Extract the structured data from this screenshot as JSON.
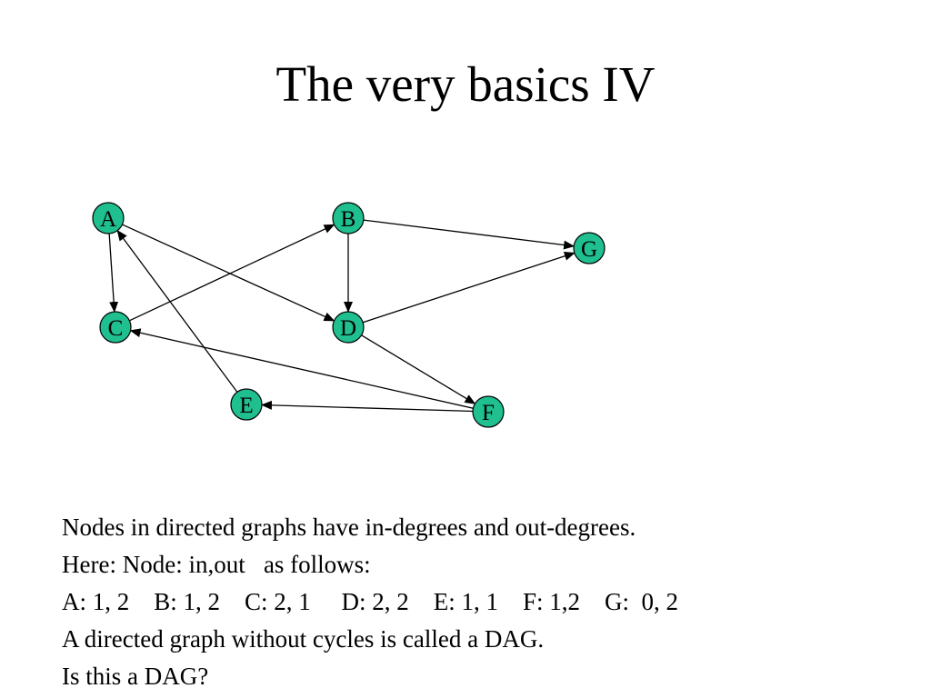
{
  "slide": {
    "title": "The very basics IV",
    "lines": [
      "Nodes in directed graphs have in-degrees and out-degrees.",
      "Here: Node: in,out   as follows:",
      "A: 1, 2    B: 1, 2    C: 2, 1     D: 2, 2    E: 1, 1    F: 1,2    G:  0, 2",
      "A directed graph without cycles is called a DAG.",
      "Is this a DAG?"
    ]
  },
  "graph": {
    "node_color": "#1fbf8f",
    "edge_color": "#000000",
    "nodes": [
      {
        "id": "A",
        "label": "A"
      },
      {
        "id": "B",
        "label": "B"
      },
      {
        "id": "C",
        "label": "C"
      },
      {
        "id": "D",
        "label": "D"
      },
      {
        "id": "E",
        "label": "E"
      },
      {
        "id": "F",
        "label": "F"
      },
      {
        "id": "G",
        "label": "G"
      }
    ],
    "edges": [
      {
        "from": "A",
        "to": "C"
      },
      {
        "from": "A",
        "to": "D"
      },
      {
        "from": "C",
        "to": "B"
      },
      {
        "from": "B",
        "to": "D"
      },
      {
        "from": "B",
        "to": "G"
      },
      {
        "from": "D",
        "to": "G"
      },
      {
        "from": "D",
        "to": "F"
      },
      {
        "from": "F",
        "to": "C"
      },
      {
        "from": "F",
        "to": "E"
      },
      {
        "from": "E",
        "to": "A"
      }
    ]
  }
}
